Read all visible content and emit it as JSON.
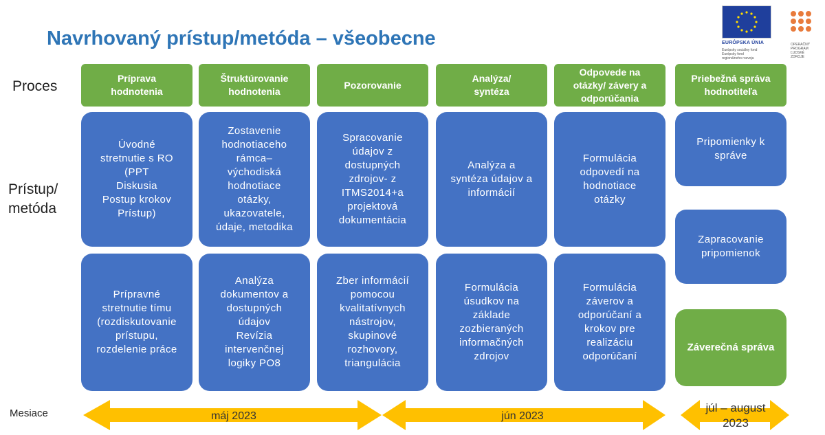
{
  "title": "Navrhovaný prístup/metóda  – všeobecne",
  "row_labels": {
    "proces": "Proces",
    "pristup_line1": "Prístup/",
    "pristup_line2": "metóda",
    "mesiace": "Mesiace"
  },
  "headers": [
    "Príprava\nhodnotenia",
    "Štruktúrovanie\nhodnotenia",
    "Pozorovanie",
    "Analýza/\nsyntéza",
    "Odpovede na\notázky/ závery a\nodporúčania",
    "Priebežná správa\nhodnotiteľa"
  ],
  "boxes": {
    "col1_top": "Úvodné\nstretnutie s RO\n(PPT\nDiskusia\nPostup krokov\nPrístup)",
    "col1_bottom": "Prípravné\nstretnutie tímu\n(rozdiskutovanie\nprístupu,\nrozdelenie práce",
    "col2_top": "Zostavenie\nhodnotiaceho\nrámca–\nvýchodiská\nhodnotiace\notázky,\nukazovatele,\núdaje, metodika",
    "col2_bottom": "Analýza\ndokumentov a\ndostupných\núdajov\nRevízia\nintervenčnej\nlogiky PO8",
    "col3_top": "Spracovanie\núdajov z\ndostupných\nzdrojov- z\nITMS2014+a\nprojektová\ndokumentácia",
    "col3_bottom": "Zber informácií\npomocou\nkvalitatívnych\nnástrojov,\nskupinové\nrozhovory,\ntriangulácia",
    "col4_top": "Analýza a\nsyntéza údajov a\ninformácií",
    "col4_bottom": "Formulácia\núsudkov na\nzáklade\nzozbieraných\ninformačných\nzdrojov",
    "col5_top": "Formulácia\nodpovedí na\nhodnotiace\notázky",
    "col5_bottom": "Formulácia\nzáverov a\nodporúčaní a\nkrokov pre\nrealizáciu\nodporúčaní",
    "col6_a": "Pripomienky k\nspráve",
    "col6_b": "Zapracovanie\npripomienok",
    "col6_c": "Záverečná správa"
  },
  "months": [
    "máj 2023",
    "jún 2023",
    "júl – august\n2023"
  ],
  "logos": {
    "eu_label": "EURÓPSKA ÚNIA",
    "eu_sub": "Európsky sociálny fond\nEurópsky fond\nregionálneho rozvoja",
    "op_text": "OPERAČNÝ\nPROGRAM\nĽUDSKÉ\nZDROJE"
  },
  "colors": {
    "blue_box": "#4472c4",
    "green_box": "#70ad47",
    "arrow": "#ffc000",
    "title": "#2e75b6"
  }
}
